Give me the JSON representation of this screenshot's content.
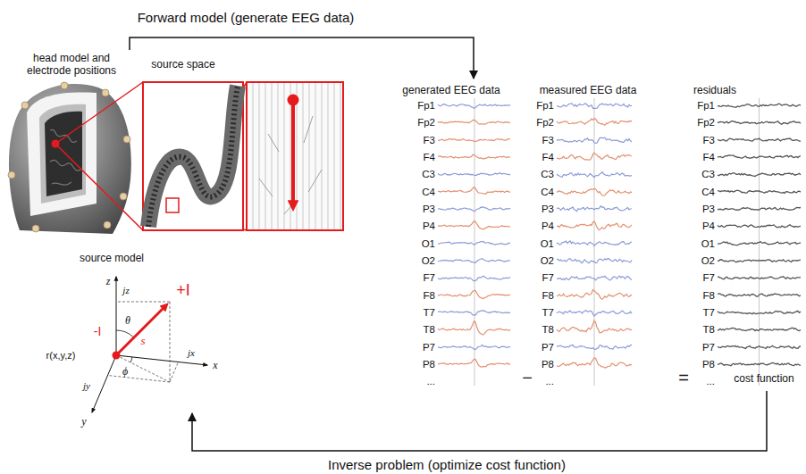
{
  "diagram": {
    "nodes": [
      {
        "text": [
          "head model and electrode positions"
        ]
      },
      {
        "text": [
          "source space"
        ]
      },
      {
        "text": [
          "generated EEG data",
          "Fp1",
          "Fp2",
          "F3",
          "F4",
          "C3",
          "C4",
          "P3",
          "P4",
          "O1",
          "O2",
          "F7",
          "F8",
          "T7",
          "T8",
          "P7",
          "P8",
          "..."
        ]
      },
      {
        "text": [
          "measured EEG data",
          "Fp1",
          "Fp2",
          "F3",
          "F4",
          "C3",
          "C4",
          "P3",
          "P4",
          "O1",
          "O2",
          "F7",
          "F8",
          "T7",
          "T8",
          "P7",
          "P8",
          "..."
        ]
      },
      {
        "text": [
          "residuals",
          "Fp1",
          "Fp2",
          "F3",
          "F4",
          "C3",
          "C4",
          "P3",
          "P4",
          "O1",
          "O2",
          "F7",
          "F8",
          "T7",
          "T8",
          "P7",
          "P8",
          "...",
          "cost function"
        ]
      },
      {
        "text": [
          "source model"
        ]
      }
    ],
    "edges": [
      {
        "from": 0,
        "to": 2,
        "arrow": "to",
        "label": "Forward model (generate EEG data)"
      },
      {
        "from": 4,
        "to": 5,
        "arrow": "to",
        "label": "Inverse problem (optimize cost function)"
      }
    ],
    "labels": [
      "−",
      "=",
      "z",
      "jz",
      "θ",
      "+I",
      "-I",
      "s",
      "jx",
      "x",
      "r(x,y,z)",
      "jy",
      "ϕ",
      "y"
    ]
  }
}
